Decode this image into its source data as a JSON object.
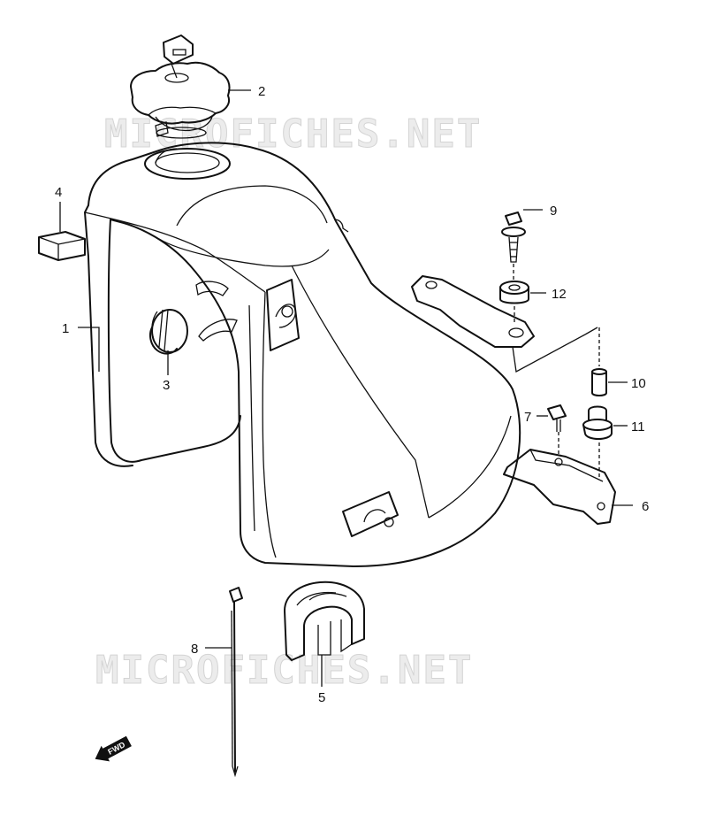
{
  "watermark": {
    "text": "MICROFICHES.NET"
  },
  "callouts": [
    {
      "id": "1",
      "label": "1"
    },
    {
      "id": "2",
      "label": "2"
    },
    {
      "id": "3",
      "label": "3"
    },
    {
      "id": "4",
      "label": "4"
    },
    {
      "id": "5",
      "label": "5"
    },
    {
      "id": "6",
      "label": "6"
    },
    {
      "id": "7",
      "label": "7"
    },
    {
      "id": "8",
      "label": "8"
    },
    {
      "id": "9",
      "label": "9"
    },
    {
      "id": "10",
      "label": "10"
    },
    {
      "id": "11",
      "label": "11"
    },
    {
      "id": "12",
      "label": "12"
    }
  ],
  "direction_marker": {
    "text": "FWD"
  }
}
